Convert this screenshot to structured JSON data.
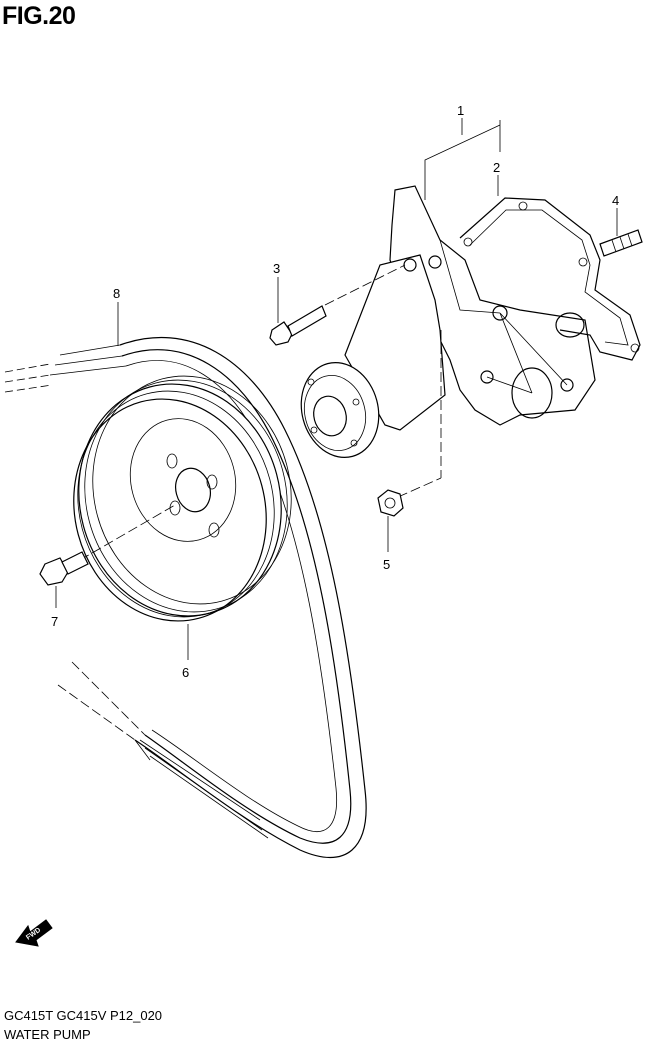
{
  "figure": {
    "title": "FIG.20"
  },
  "callouts": [
    {
      "num": "1",
      "part": "water-pump-assembly"
    },
    {
      "num": "2",
      "part": "water-pump-gasket"
    },
    {
      "num": "3",
      "part": "water-pump-bolt"
    },
    {
      "num": "4",
      "part": "water-pump-stud"
    },
    {
      "num": "5",
      "part": "water-pump-nut"
    },
    {
      "num": "6",
      "part": "water-pump-pulley"
    },
    {
      "num": "7",
      "part": "pulley-bolt"
    },
    {
      "num": "8",
      "part": "drive-belt"
    }
  ],
  "fwd_label": "FWD",
  "footer": {
    "model": "GC415T GC415V P12_020",
    "name": "WATER PUMP"
  }
}
